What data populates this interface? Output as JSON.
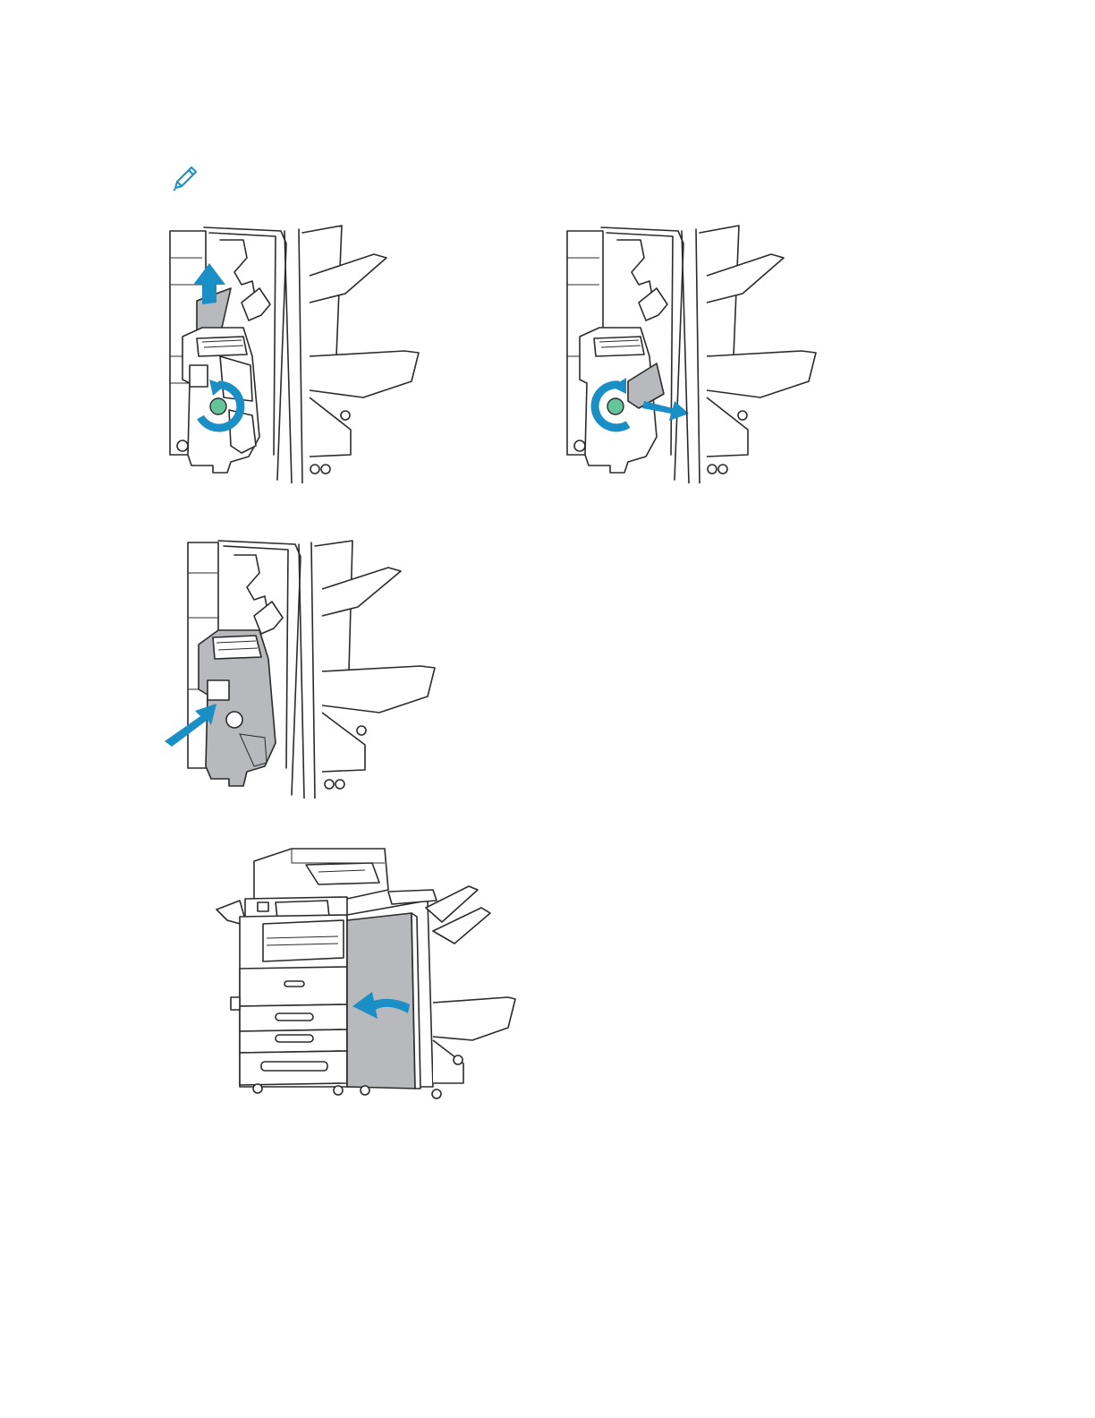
{
  "page": {
    "background": "#ffffff",
    "accent_color": "#1a8fc6",
    "knob_color": "#66c49a",
    "panel_gray": "#b7b9bc"
  },
  "note": {
    "icon": "pencil-note-icon"
  },
  "figures": [
    {
      "id": "fig1",
      "icon": "finisher-stapler-lift-and-rotate-illustration"
    },
    {
      "id": "fig2",
      "icon": "finisher-stapler-remove-paper-illustration"
    },
    {
      "id": "fig3",
      "icon": "finisher-stapler-push-in-illustration"
    },
    {
      "id": "fig4",
      "icon": "printer-close-finisher-door-illustration"
    }
  ]
}
